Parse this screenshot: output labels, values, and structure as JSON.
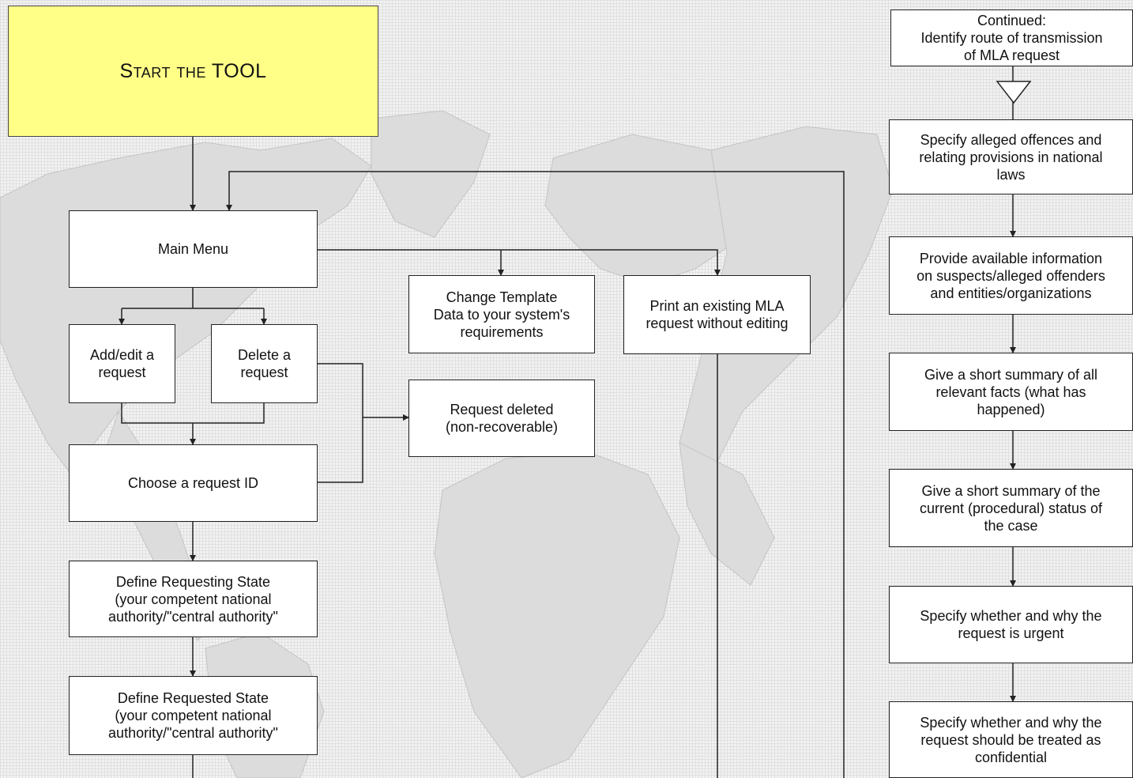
{
  "diagram": {
    "nodes": {
      "start": "Start the TOOL",
      "main_menu": "Main Menu",
      "add_edit": "Add/edit a\nrequest",
      "delete": "Delete a\nrequest",
      "change_template": "Change Template\nData to your system's\nrequirements",
      "print_existing": "Print an existing MLA\nrequest without editing",
      "request_deleted": "Request deleted\n(non-recoverable)",
      "choose_id": "Choose a request ID",
      "requesting_state": "Define Requesting State\n(your competent national\nauthority/\"central authority\"",
      "requested_state": "Define Requested State\n(your competent national\nauthority/\"central authority\"",
      "continued_route": "Continued:\nIdentify route of transmission\nof MLA request",
      "alleged_offences": "Specify alleged offences and\nrelating provisions in national\nlaws",
      "suspects_info": "Provide available information\non suspects/alleged offenders\nand entities/organizations",
      "facts_summary": "Give a short summary of all\nrelevant facts (what has\nhappened)",
      "status_summary": "Give a short summary of the\ncurrent (procedural) status of\nthe case",
      "urgent": "Specify whether and why the\nrequest is urgent",
      "confidential": "Specify whether and why the\nrequest should be treated as\nconfidential"
    },
    "colors": {
      "start_fill": "#ffff88",
      "box_fill": "#ffffff",
      "line": "#222222",
      "map_land": "#dcdcdc"
    }
  }
}
